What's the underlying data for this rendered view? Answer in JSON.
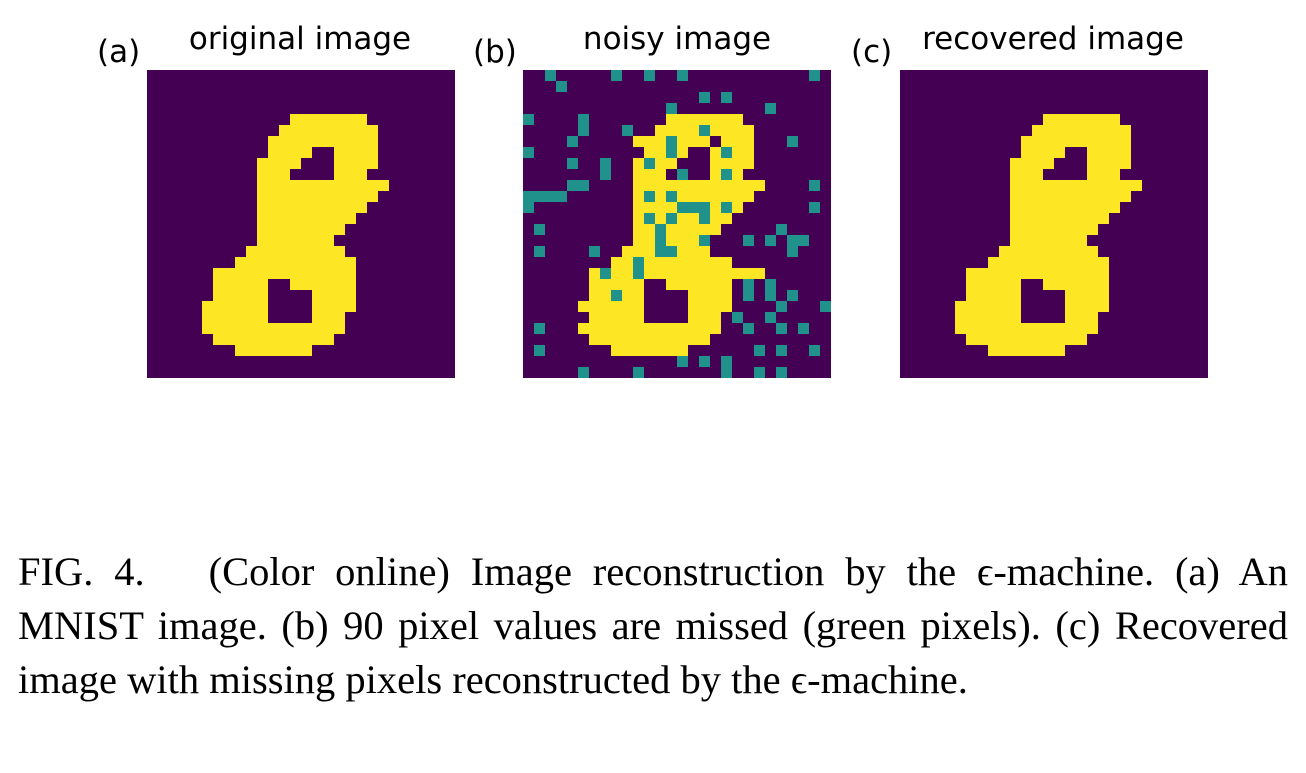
{
  "figure": {
    "grid_size": 28,
    "colors": {
      "background": "#440154",
      "digit": "#fde725",
      "missing": "#21918c"
    },
    "panels": [
      {
        "label": "(a)",
        "title": "original image",
        "rows": [
          "............................",
          "............................",
          "............................",
          "............................",
          ".............#######........",
          "............#########.......",
          "...........##########.......",
          "...........####..####.......",
          "..........####...####.......",
          "..........###....###........",
          "..........############......",
          "..........###########.......",
          "..........##########........",
          "..........#########.........",
          "..........########..........",
          "..........#######...........",
          ".........#########..........",
          "........###########.........",
          "......#############.........",
          "......#####..######.........",
          "......#####....####.........",
          ".....######....####.........",
          ".....######....###..........",
          ".....#############..........",
          "......###########...........",
          "........#######.............",
          "............................",
          "............................"
        ]
      },
      {
        "label": "(b)",
        "title": "noisy image",
        "rows": [
          "..x.....x..x..x...........x.",
          "...x........................",
          "................x.x.........",
          ".............x........x.....",
          "x....x.......#######........",
          ".....x...x..####x####.......",
          "....x.....###x###.###...x...",
          "x..........##x#..#x##.......",
          "....x..x..#x##...####.......",
          ".......x..###.x..#x#........",
          "....xx....############....x.",
          "xxxx......#x#x#######.......",
          "x.........####xxx#x#......x.",
          "..........#x#x##x##.........",
          ".x........##x#####.....x....",
          "..........##x###x...x.x.xx..",
          ".x....x..###xx###.......x...",
          "........##x########.........",
          "......#x##x###########......",
          "......#####..######.x.x.....",
          "......##x##....####.x.x.x...",
          ".....######....####....x...x",
          "......#####....###.x..x.....",
          ".x...#############..x..x.x..",
          "......###########...........",
          ".x......#######......x.x..x.",
          "..............x.x.x.........",
          ".....x....x.......x..x.x...."
        ]
      },
      {
        "label": "(c)",
        "title": "recovered image",
        "rows": [
          "............................",
          "............................",
          "............................",
          "............................",
          ".............#######........",
          "............#########.......",
          "...........##########.......",
          "...........####..####.......",
          "..........####...####.......",
          "..........###....###........",
          "..........############......",
          "..........###########.......",
          "..........##########........",
          "..........#########.........",
          "..........########..........",
          "..........#######...........",
          ".........#########..........",
          "........###########.........",
          "......#############.........",
          "......#####..######.........",
          "......#####....####.........",
          ".....######....####.........",
          ".....######....###..........",
          ".....#############..........",
          "......###########...........",
          "........#######.............",
          "............................",
          "............................"
        ]
      }
    ]
  },
  "caption": {
    "lead": "FIG. 4.",
    "body": "(Color online) Image reconstruction by the ϵ-machine. (a) An MNIST image. (b) 90 pixel values are missed (green pixels). (c) Recovered image with missing pixels reconstructed by the ϵ-machine."
  }
}
